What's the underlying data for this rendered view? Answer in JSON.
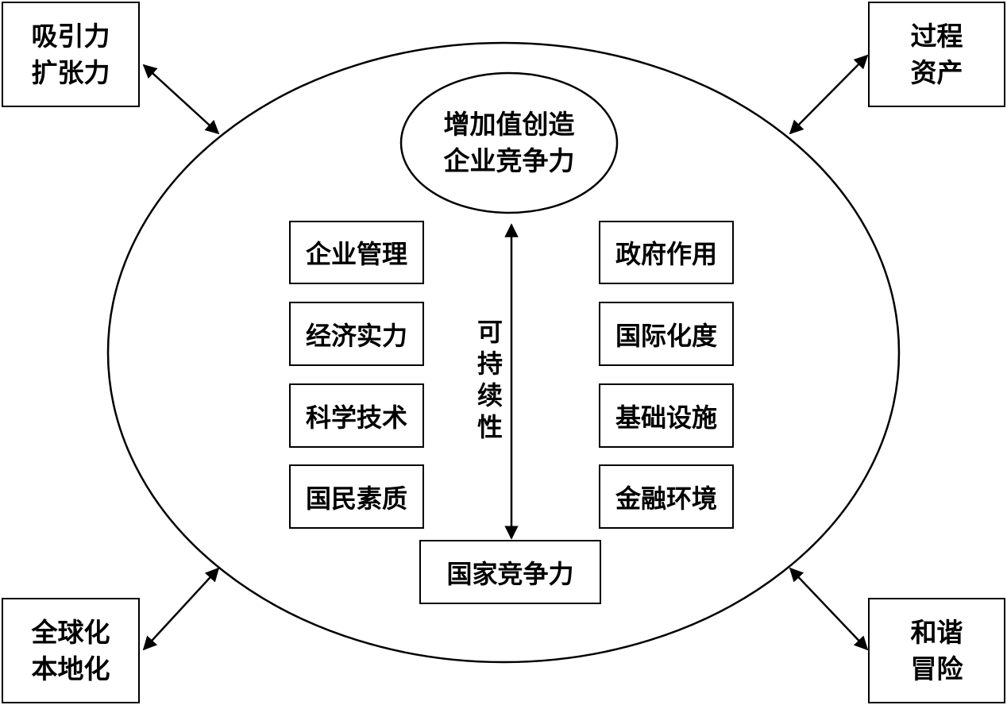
{
  "corners": {
    "top_left": [
      "吸引力",
      "扩张力"
    ],
    "top_right": [
      "过程",
      "资产"
    ],
    "bottom_left": [
      "全球化",
      "本地化"
    ],
    "bottom_right": [
      "和谐",
      "冒险"
    ]
  },
  "core": [
    "增加值创造",
    "企业竞争力"
  ],
  "left_factors": [
    "企业管理",
    "经济实力",
    "科学技术",
    "国民素质"
  ],
  "right_factors": [
    "政府作用",
    "国际化度",
    "基础设施",
    "金融环境"
  ],
  "axis_label": [
    "可",
    "持",
    "续",
    "性"
  ],
  "base": "国家竞争力",
  "colors": {
    "stroke": "#000000",
    "background": "#ffffff"
  }
}
